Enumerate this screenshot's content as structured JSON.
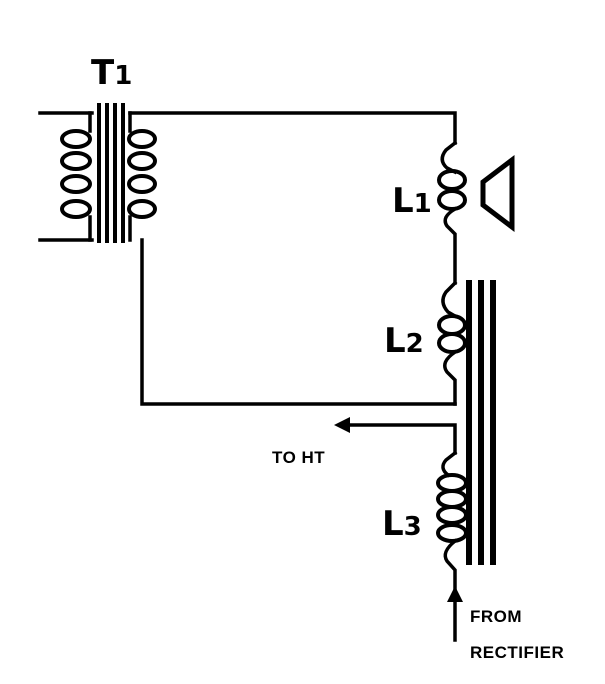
{
  "diagram": {
    "components": {
      "transformer": {
        "designator": "T",
        "subscript": "1"
      },
      "inductor_1": {
        "designator": "L",
        "subscript": "1"
      },
      "inductor_2": {
        "designator": "L",
        "subscript": "2"
      },
      "inductor_3": {
        "designator": "L",
        "subscript": "3"
      }
    },
    "annotations": {
      "to_ht": "TO HT",
      "from_rectifier_line1": "FROM",
      "from_rectifier_line2": "RECTIFIER"
    }
  }
}
